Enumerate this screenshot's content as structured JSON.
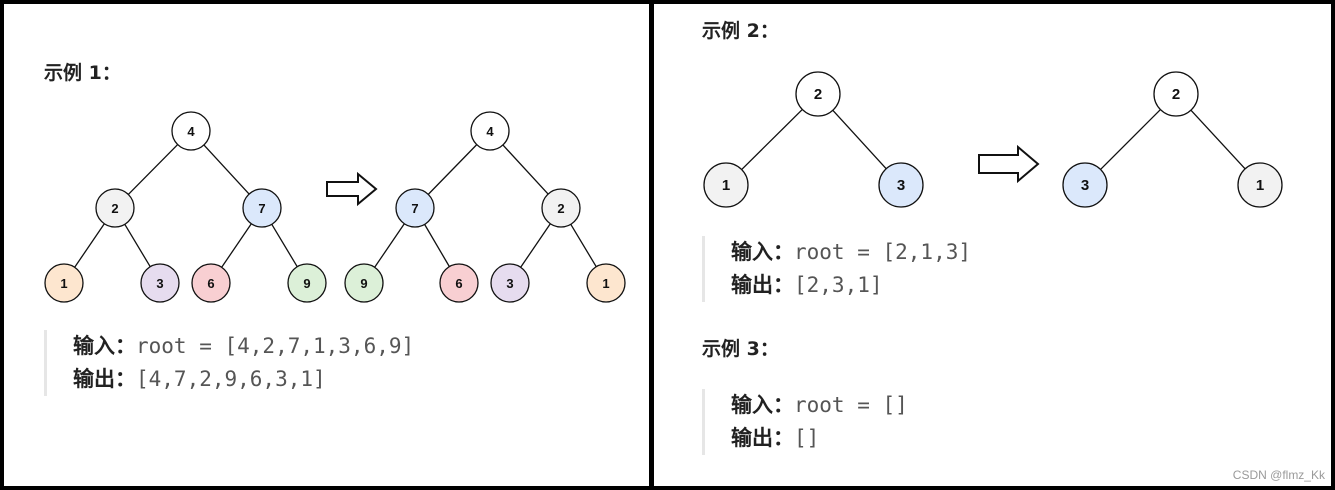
{
  "palette": {
    "1": "#fde6cf",
    "2": "#f2f2f2",
    "3": "#e6dcef",
    "4": "#ffffff",
    "6": "#f8cfd2",
    "7": "#dbe8fb",
    "9": "#dcf0d8",
    "arrow_example3": "#dbe8fb"
  },
  "example1": {
    "heading": "示例 1：",
    "input_label": "输入：",
    "input_value": "root = [4,2,7,1,3,6,9]",
    "output_label": "输出：",
    "output_value": "[4,7,2,9,6,3,1]",
    "tree_before": [
      {
        "value": "4",
        "key": "4"
      },
      {
        "value": "2",
        "key": "2"
      },
      {
        "value": "7",
        "key": "7"
      },
      {
        "value": "1",
        "key": "1"
      },
      {
        "value": "3",
        "key": "3"
      },
      {
        "value": "6",
        "key": "6"
      },
      {
        "value": "9",
        "key": "9"
      }
    ],
    "tree_after": [
      {
        "value": "4",
        "key": "4"
      },
      {
        "value": "7",
        "key": "7"
      },
      {
        "value": "2",
        "key": "2"
      },
      {
        "value": "9",
        "key": "9"
      },
      {
        "value": "6",
        "key": "6"
      },
      {
        "value": "3",
        "key": "3"
      },
      {
        "value": "1",
        "key": "1"
      }
    ]
  },
  "example2": {
    "heading": "示例 2：",
    "input_label": "输入：",
    "input_value": "root = [2,1,3]",
    "output_label": "输出：",
    "output_value": "[2,3,1]",
    "tree_before": [
      {
        "value": "2",
        "key": "4"
      },
      {
        "value": "1",
        "key": "2"
      },
      {
        "value": "3",
        "key": "7"
      }
    ],
    "tree_after": [
      {
        "value": "2",
        "key": "4"
      },
      {
        "value": "3",
        "key": "7"
      },
      {
        "value": "1",
        "key": "2"
      }
    ]
  },
  "example3": {
    "heading": "示例 3：",
    "input_label": "输入：",
    "input_value": "root = []",
    "output_label": "输出：",
    "output_value": "[]"
  },
  "watermark": "CSDN @flmz_Kk"
}
